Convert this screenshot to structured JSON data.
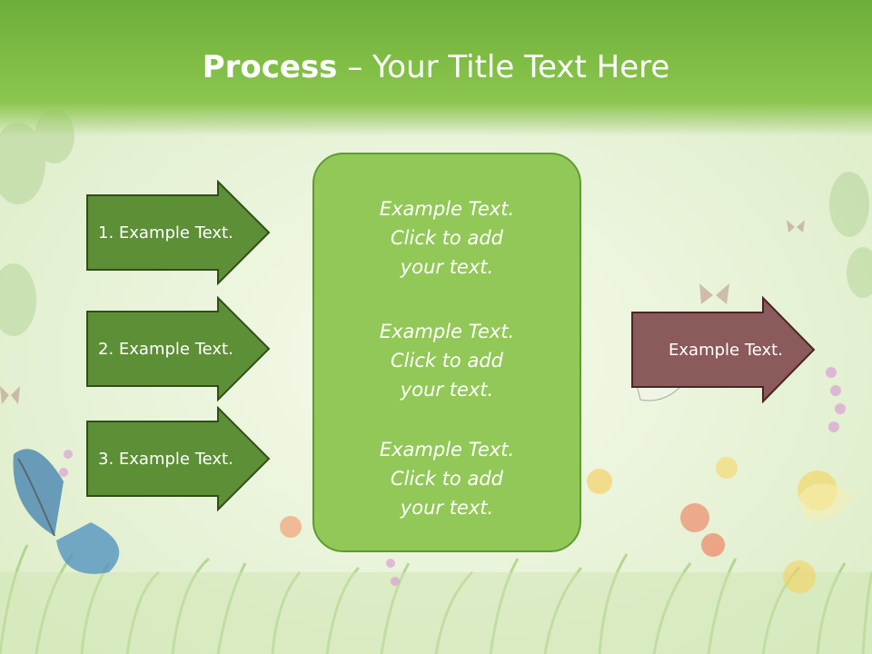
{
  "slide": {
    "title_bold": "Process",
    "title_rest": " – Your Title Text Here"
  },
  "steps": [
    {
      "label": "1. Example Text."
    },
    {
      "label": "2. Example Text."
    },
    {
      "label": "3. Example Text."
    }
  ],
  "center_box": {
    "paragraphs": [
      {
        "line1": "Example Text.",
        "line2": "Click  to add",
        "line3": "your text."
      },
      {
        "line1": "Example Text.",
        "line2": "Click  to add",
        "line3": "your text."
      },
      {
        "line1": "Example Text.",
        "line2": "Click  to add",
        "line3": "your text."
      }
    ]
  },
  "result": {
    "label": "Example Text."
  },
  "colors": {
    "title_band": "#7fbd45",
    "step_arrow_fill": "#5d8f36",
    "step_arrow_stroke": "#2f4f18",
    "center_box_fill": "#92c857",
    "center_box_border": "#5f9a35",
    "result_arrow_fill": "#8b5a5a",
    "result_arrow_stroke": "#4a2626"
  }
}
